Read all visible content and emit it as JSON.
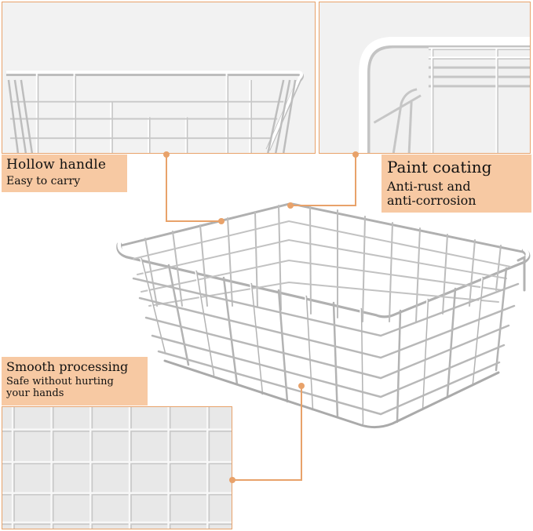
{
  "callouts": {
    "handle": {
      "title": "Hollow handle",
      "subtitle": "Easy to carry"
    },
    "coating": {
      "title": "Paint coating",
      "subtitle": "Anti-rust and\nanti-corrosion"
    },
    "smooth": {
      "title": "Smooth processing",
      "subtitle": "Safe without hurting\nyour hands"
    }
  },
  "colors": {
    "accent": "#e8a26a",
    "label_bg": "#f7c9a3",
    "wire": "#ffffff",
    "wire_shadow": "#b5b5b5"
  }
}
